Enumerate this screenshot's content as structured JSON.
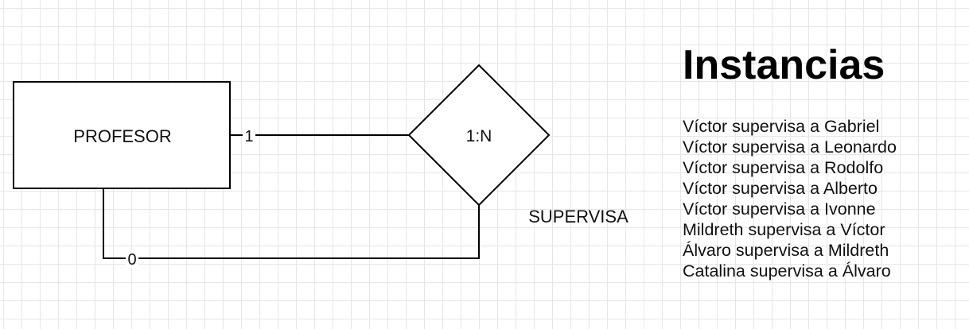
{
  "diagram": {
    "entity": {
      "label": "PROFESOR"
    },
    "relationship": {
      "cardinality": "1:N",
      "name": "SUPERVISA"
    },
    "links": {
      "top_cardinality": "1",
      "bottom_cardinality": "0"
    }
  },
  "instances": {
    "title": "Instancias",
    "items": [
      "Víctor supervisa a Gabriel",
      "Víctor supervisa a Leonardo",
      "Víctor supervisa a Rodolfo",
      "Víctor supervisa a Alberto",
      "Víctor supervisa a Ivonne",
      "Mildreth supervisa a Víctor",
      "Álvaro supervisa a Mildreth",
      "Catalina supervisa a Álvaro"
    ]
  },
  "colors": {
    "stroke": "#000000",
    "grid": "#e6e6e6",
    "background": "#ffffff"
  }
}
